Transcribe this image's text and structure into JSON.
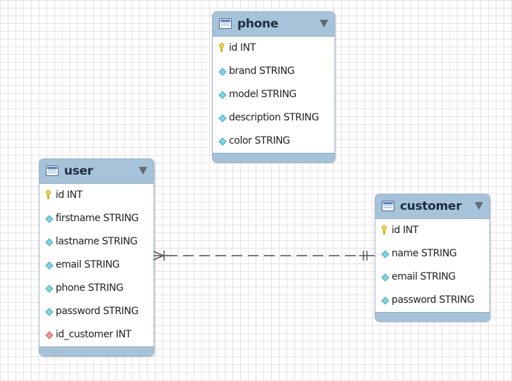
{
  "colors": {
    "header": "#a6c3da",
    "key": "#f5d54a",
    "column": "#7fd6e0",
    "foreign_key": "#e99a9a",
    "relationship": "#777777"
  },
  "tables": {
    "phone": {
      "name": "phone",
      "columns": [
        {
          "label": "id INT",
          "icon": "primary-key-icon"
        },
        {
          "label": "brand STRING",
          "icon": "column-icon"
        },
        {
          "label": "model STRING",
          "icon": "column-icon"
        },
        {
          "label": "description STRING",
          "icon": "column-icon"
        },
        {
          "label": "color STRING",
          "icon": "column-icon"
        }
      ]
    },
    "user": {
      "name": "user",
      "columns": [
        {
          "label": "id INT",
          "icon": "primary-key-icon"
        },
        {
          "label": "firstname STRING",
          "icon": "column-icon"
        },
        {
          "label": "lastname STRING",
          "icon": "column-icon"
        },
        {
          "label": "email STRING",
          "icon": "column-icon"
        },
        {
          "label": "phone STRING",
          "icon": "column-icon"
        },
        {
          "label": "password STRING",
          "icon": "column-icon"
        },
        {
          "label": "id_customer INT",
          "icon": "foreign-key-icon"
        }
      ]
    },
    "customer": {
      "name": "customer",
      "columns": [
        {
          "label": "id INT",
          "icon": "primary-key-icon"
        },
        {
          "label": "name STRING",
          "icon": "column-icon"
        },
        {
          "label": "email STRING",
          "icon": "column-icon"
        },
        {
          "label": "password STRING",
          "icon": "column-icon"
        }
      ]
    }
  },
  "relationships": [
    {
      "from": "user",
      "to": "customer",
      "from_cardinality": "many",
      "to_cardinality": "one",
      "style": "dashed"
    }
  ]
}
